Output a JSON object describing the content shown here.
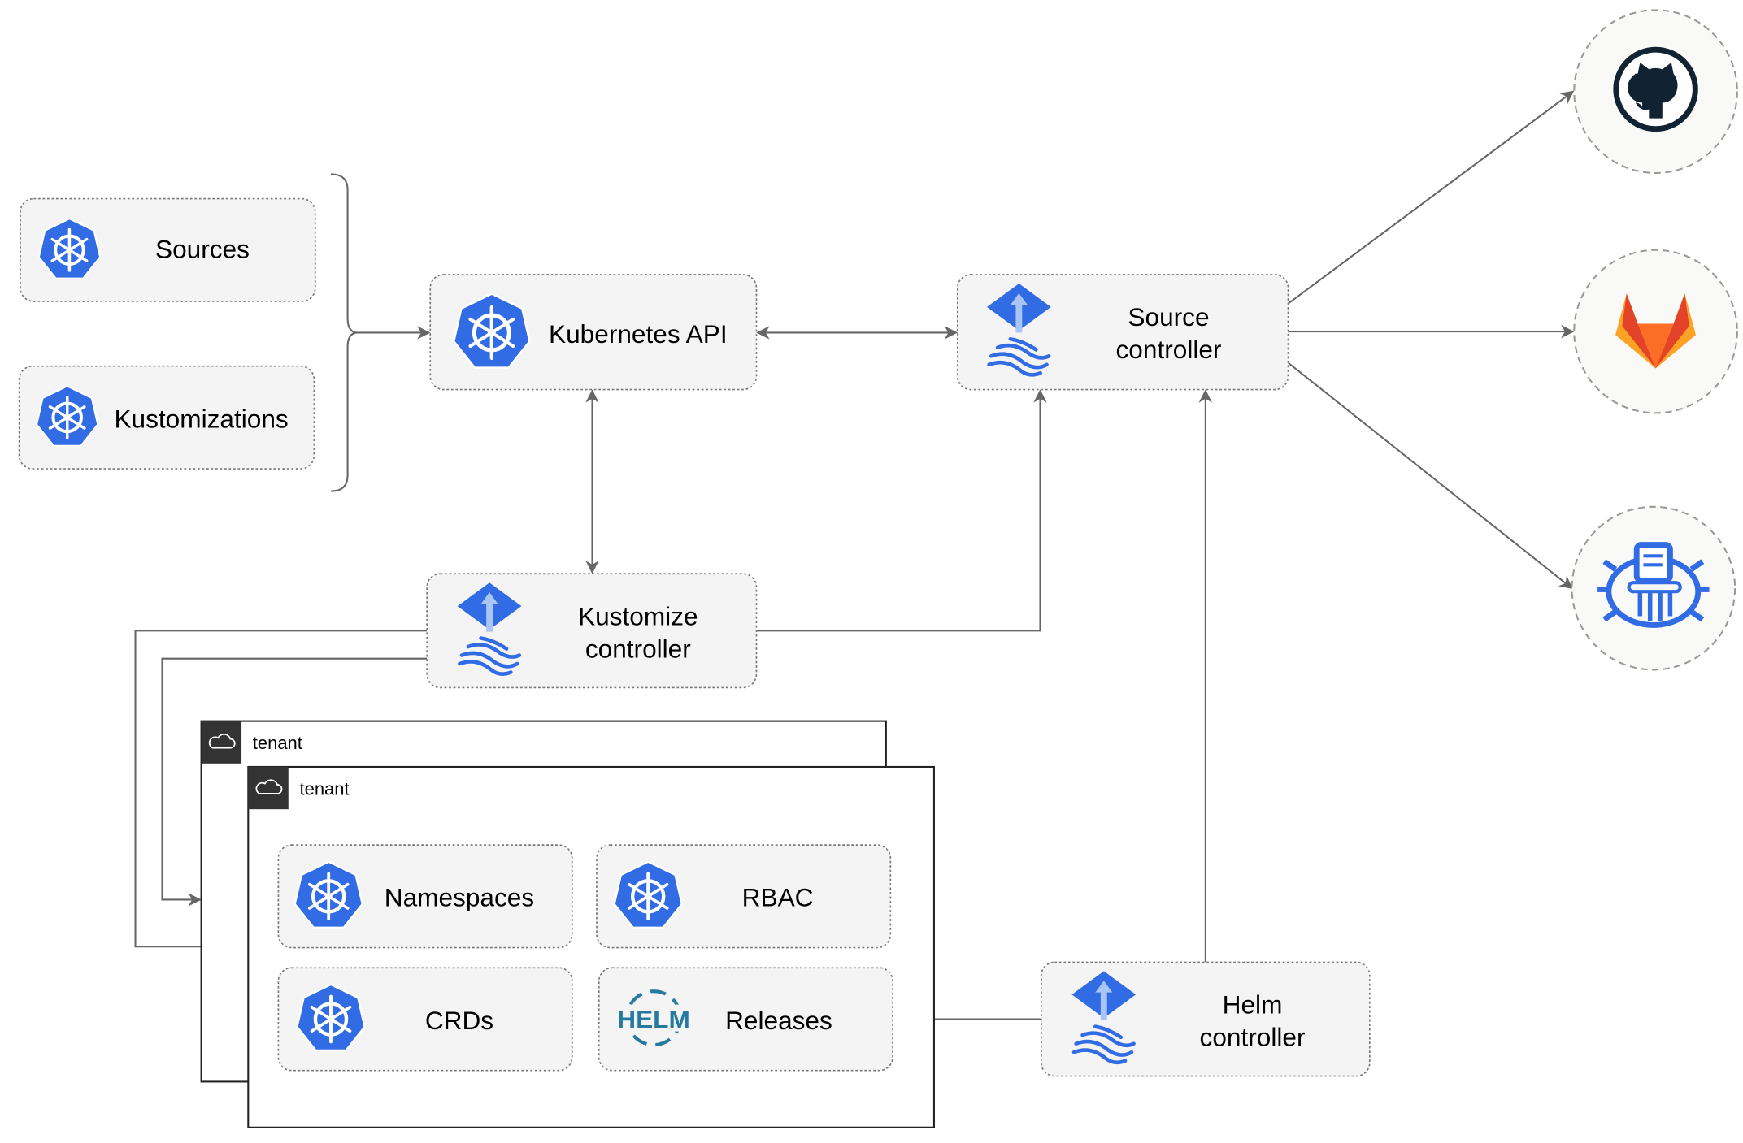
{
  "nodes": {
    "sources": "Sources",
    "kustomizations": "Kustomizations",
    "kubernetes_api": "Kubernetes API",
    "source_controller": [
      "Source",
      "controller"
    ],
    "kustomize_controller": [
      "Kustomize",
      "controller"
    ],
    "helm_controller": [
      "Helm",
      "controller"
    ],
    "namespaces": "Namespaces",
    "rbac": "RBAC",
    "crds": "CRDs",
    "releases": "Releases",
    "helm_logo": "HELM"
  },
  "tenants": [
    "tenant",
    "tenant"
  ],
  "external_sources": [
    "github-icon",
    "gitlab-icon",
    "bucket-icon"
  ],
  "colors": {
    "kubernetes_blue": "#326ce5",
    "github_dark": "#112233",
    "gitlab_orange": "#e24329",
    "gitlab_light": "#fca326",
    "helm_blue": "#277a9f",
    "edge": "#666666"
  }
}
